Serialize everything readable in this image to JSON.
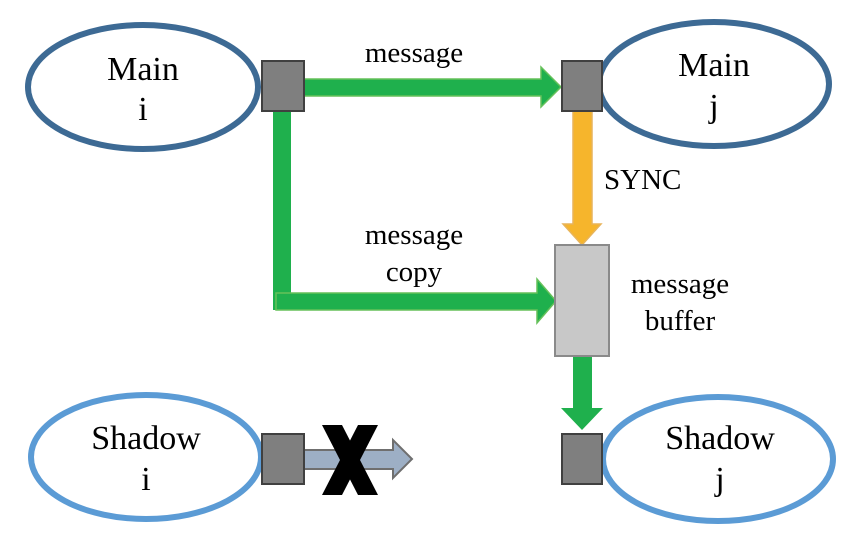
{
  "nodes": {
    "main_i": {
      "line1": "Main",
      "line2": "i"
    },
    "main_j": {
      "line1": "Main",
      "line2": "j"
    },
    "shadow_i": {
      "line1": "Shadow",
      "line2": "i"
    },
    "shadow_j": {
      "line1": "Shadow",
      "line2": "j"
    }
  },
  "edges": {
    "message": "message",
    "sync": "SYNC",
    "message_copy_line1": "message",
    "message_copy_line2": "copy",
    "buffer_line1": "message",
    "buffer_line2": "buffer"
  },
  "colors": {
    "main_outline": "#3d6a94",
    "shadow_outline": "#5b9bd5",
    "port": "#7f7f7f",
    "port_outline": "#404040",
    "green_arrow": "#1fb04d",
    "sync_arrow": "#f6b52c",
    "blocked_arrow": "#9dafc5",
    "buffer": "#c8c8c8",
    "x_mark": "#000000"
  },
  "icons": {
    "blocked": "x-mark-icon"
  }
}
